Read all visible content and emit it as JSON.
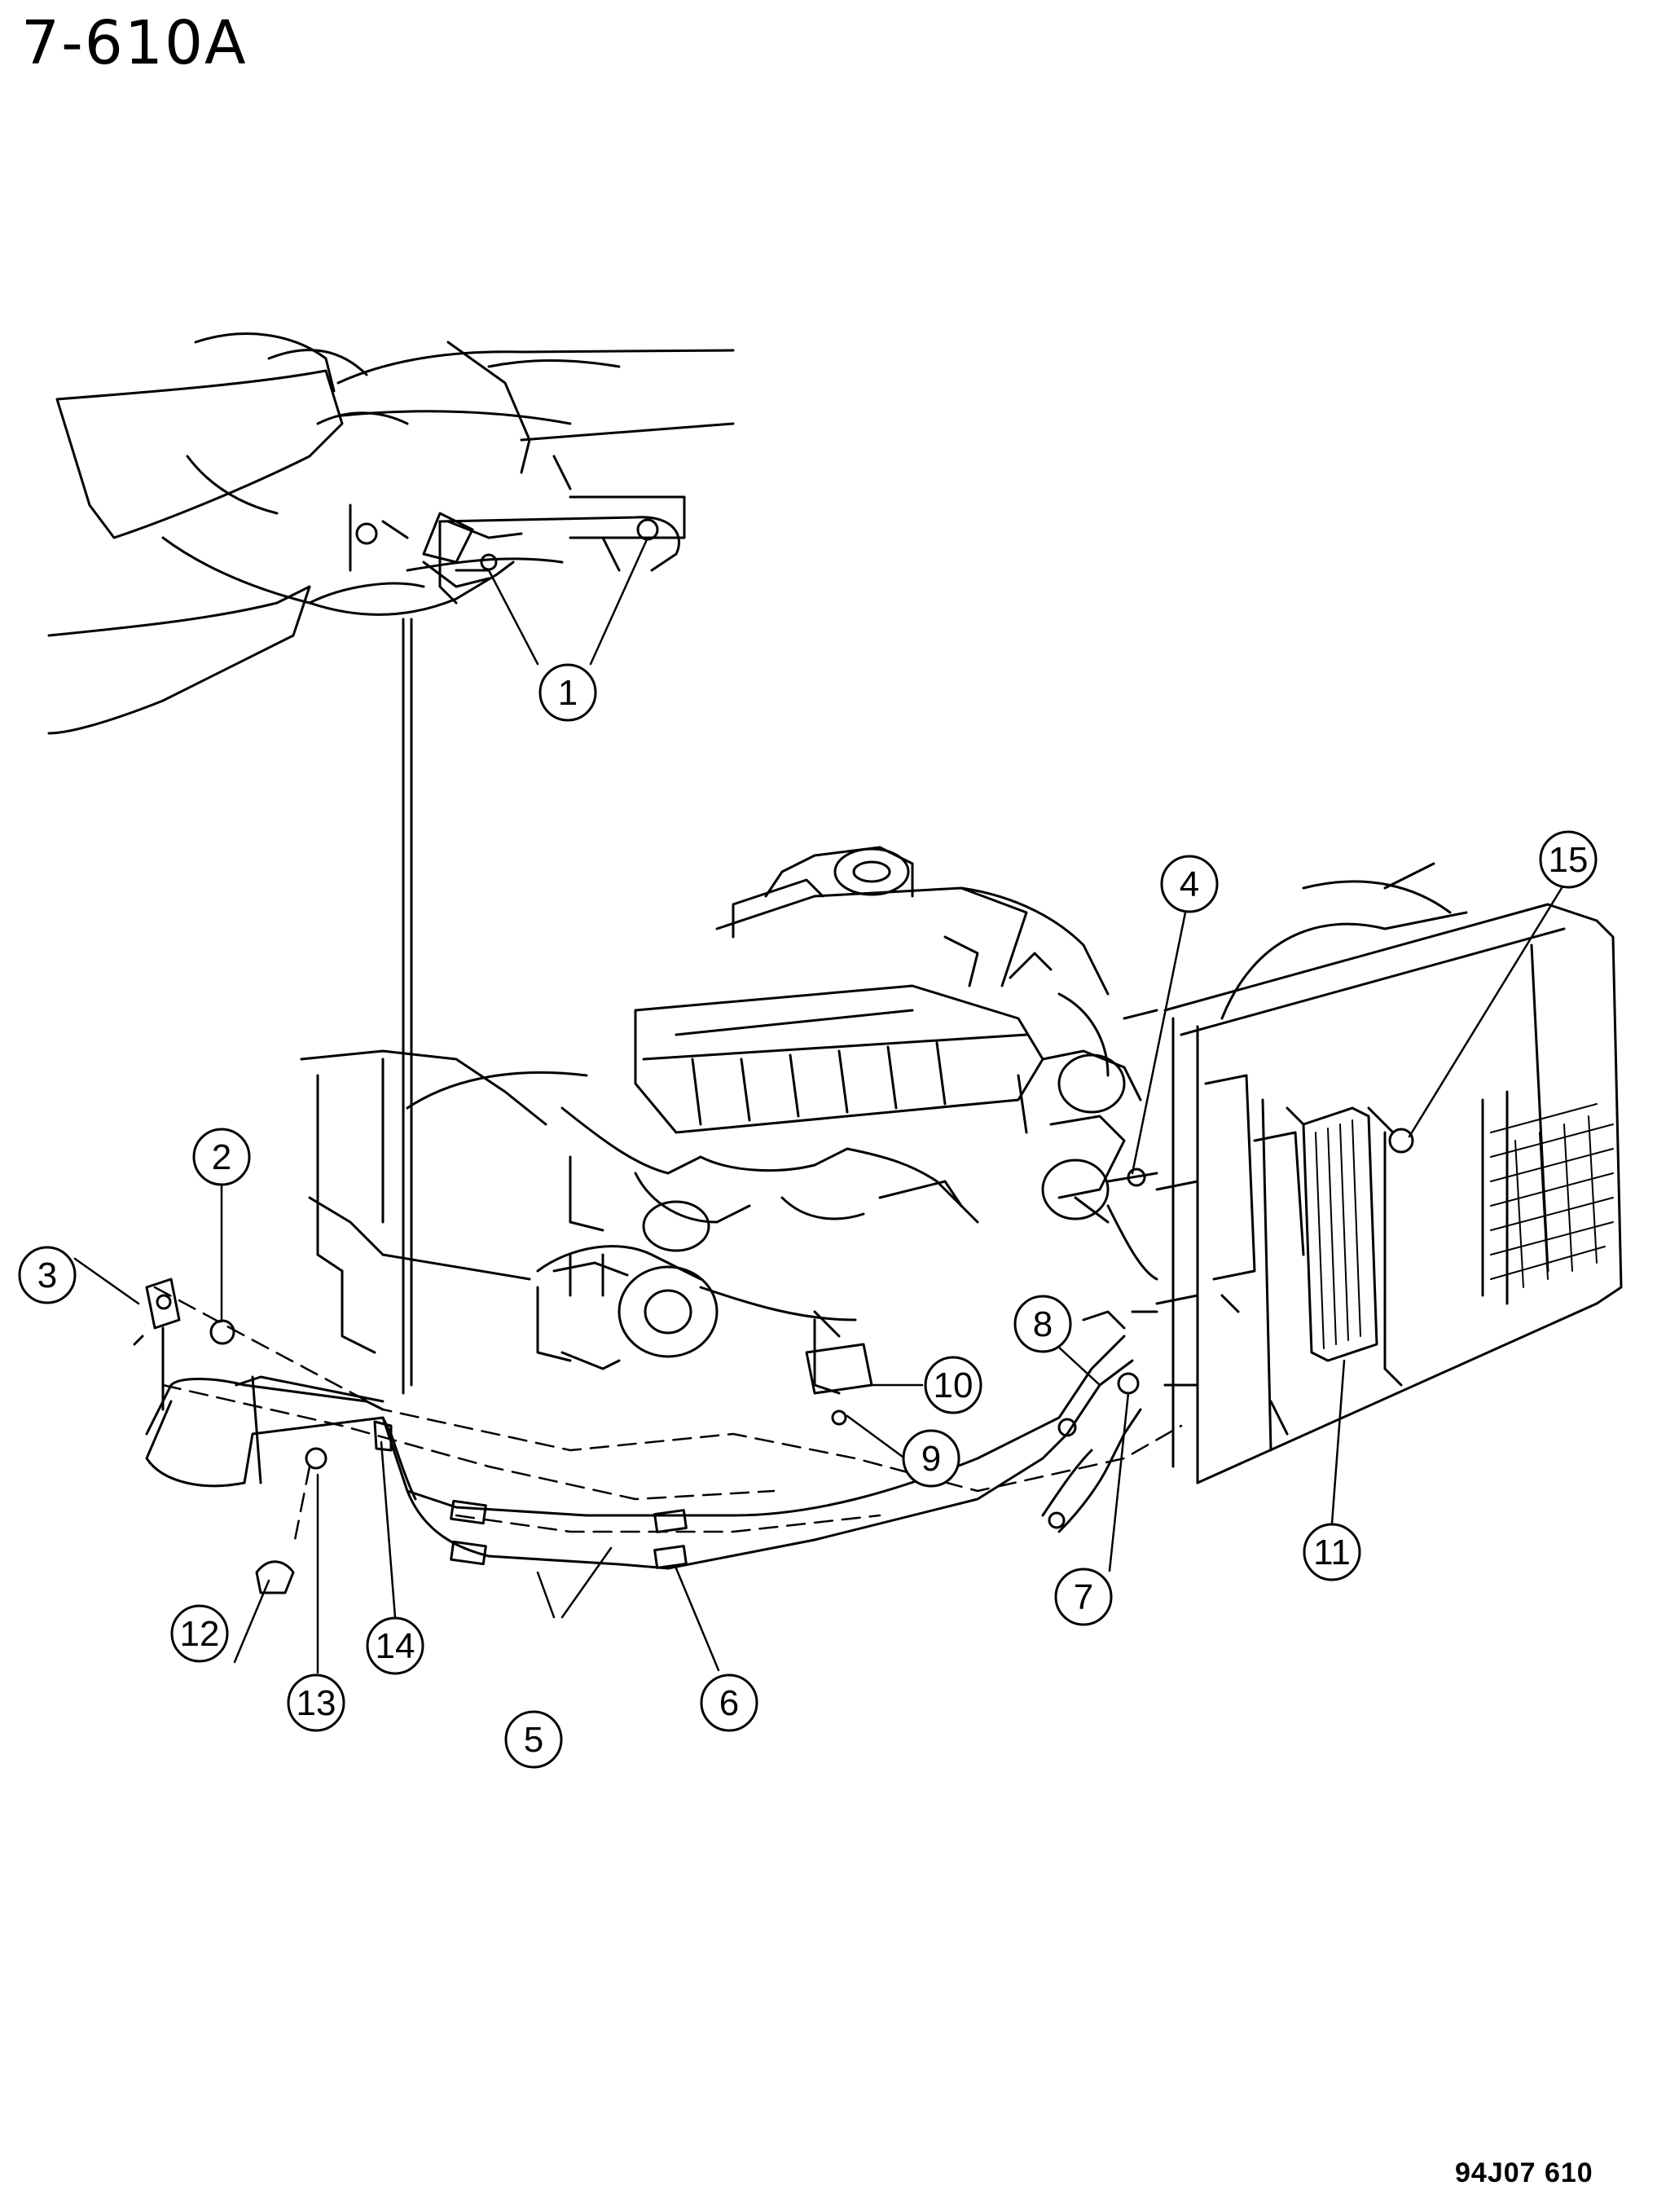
{
  "header": {
    "page_code": "7-610A"
  },
  "footer": {
    "figure_code": "94J07  610"
  },
  "callouts": [
    {
      "id": "callout-1",
      "label": "1"
    },
    {
      "id": "callout-2",
      "label": "2"
    },
    {
      "id": "callout-3",
      "label": "3"
    },
    {
      "id": "callout-4",
      "label": "4"
    },
    {
      "id": "callout-5",
      "label": "5"
    },
    {
      "id": "callout-6",
      "label": "6"
    },
    {
      "id": "callout-7",
      "label": "7"
    },
    {
      "id": "callout-8",
      "label": "8"
    },
    {
      "id": "callout-9",
      "label": "9"
    },
    {
      "id": "callout-10",
      "label": "10"
    },
    {
      "id": "callout-11",
      "label": "11"
    },
    {
      "id": "callout-12",
      "label": "12"
    },
    {
      "id": "callout-13",
      "label": "13"
    },
    {
      "id": "callout-14",
      "label": "14"
    },
    {
      "id": "callout-15",
      "label": "15"
    }
  ],
  "colors": {
    "line": "#000000",
    "background": "#ffffff"
  }
}
